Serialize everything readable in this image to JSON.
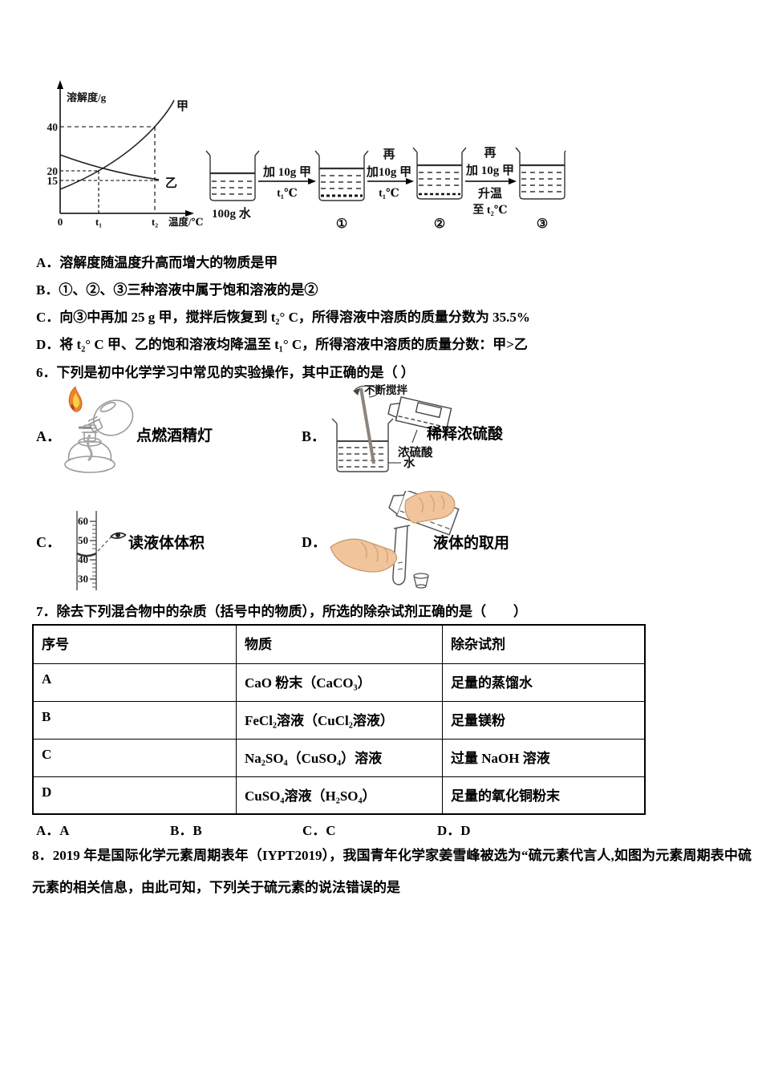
{
  "q5": {
    "graph": {
      "ylabel": "溶解度/g",
      "xlabel": "温度/℃",
      "ytick_40": "40",
      "ytick_20": "20",
      "ytick_15": "15",
      "xtick_0": "0",
      "xtick_t1": "t₁",
      "xtick_t2": "t₂",
      "label_jia": "甲",
      "label_yi": "乙"
    },
    "chart_data": {
      "type": "line",
      "xlabel": "温度/℃",
      "ylabel": "溶解度/g",
      "x": [
        "0",
        "t₁",
        "t₂"
      ],
      "series": [
        {
          "name": "甲",
          "values": [
            12,
            20,
            40
          ]
        },
        {
          "name": "乙",
          "values": [
            27,
            20,
            15
          ]
        }
      ],
      "yticks": [
        15,
        20,
        40
      ],
      "grid": "dashed guides at 15, 20, 40 and t₁, t₂",
      "legend_position": "curve-end labels"
    },
    "flow": {
      "source_label": "100g 水",
      "step1_line1": "加 10g 甲",
      "step1_line2": "t₁℃",
      "step2_pre": "再",
      "step2_line1": "加10g 甲",
      "step2_line2": "t₁℃",
      "step3_pre": "再",
      "step3_line1": "加 10g 甲",
      "step3_line2": "升温",
      "step3_line3": "至 t₂℃",
      "beaker1": "①",
      "beaker2": "②",
      "beaker3": "③"
    },
    "options": {
      "a": "A．溶解度随温度升高而增大的物质是甲",
      "b": "B．①、②、③三种溶液中属于饱和溶液的是②",
      "c": "C．向③中再加 25 g 甲，搅拌后恢复到 t₂° C，所得溶液中溶质的质量分数为 35.5%",
      "d": "D．将 t₂° C 甲、乙的饱和溶液均降温至 t₁° C，所得溶液中溶质的质量分数：甲>乙"
    }
  },
  "q6": {
    "title": "6．下列是初中化学学习中常见的实验操作，其中正确的是（ ）",
    "a_label": "A．",
    "a_caption": "点燃酒精灯",
    "b_label": "B．",
    "b_caption": "稀释浓硫酸",
    "b_stir": "不断搅拌",
    "b_acid": "浓硫酸",
    "b_water": "水",
    "c_label": "C．",
    "c_caption": "读液体体积",
    "c_tick_60": "60",
    "c_tick_50": "50",
    "c_tick_40": "40",
    "c_tick_30": "30",
    "d_label": "D．",
    "d_caption": "液体的取用"
  },
  "q7": {
    "title": "7．除去下列混合物中的杂质（括号中的物质），所选的除杂试剂正确的是（　　）",
    "table": {
      "headers": [
        "序号",
        "物质",
        "除杂试剂"
      ],
      "rows": [
        {
          "no": "A",
          "substance": "CaO 粉末（CaCO₃）",
          "reagent": "足量的蒸馏水"
        },
        {
          "no": "B",
          "substance": "FeCl₂溶液（CuCl₂溶液）",
          "reagent": "足量镁粉"
        },
        {
          "no": "C",
          "substance": "Na₂SO₄（CuSO₄）溶液",
          "reagent": "过量 NaOH 溶液"
        },
        {
          "no": "D",
          "substance": "CuSO₄溶液（H₂SO₄）",
          "reagent": "足量的氧化铜粉末"
        }
      ]
    },
    "answers": {
      "a": "A．A",
      "b": "B．B",
      "c": "C．C",
      "d": "D．D"
    }
  },
  "q8": {
    "text": "8．2019 年是国际化学元素周期表年（IYPT2019），我国青年化学家姜雪峰被选为“硫元素代言人,如图为元素周期表中硫元素的相关信息，由此可知，下列关于硫元素的说法错误的是"
  }
}
